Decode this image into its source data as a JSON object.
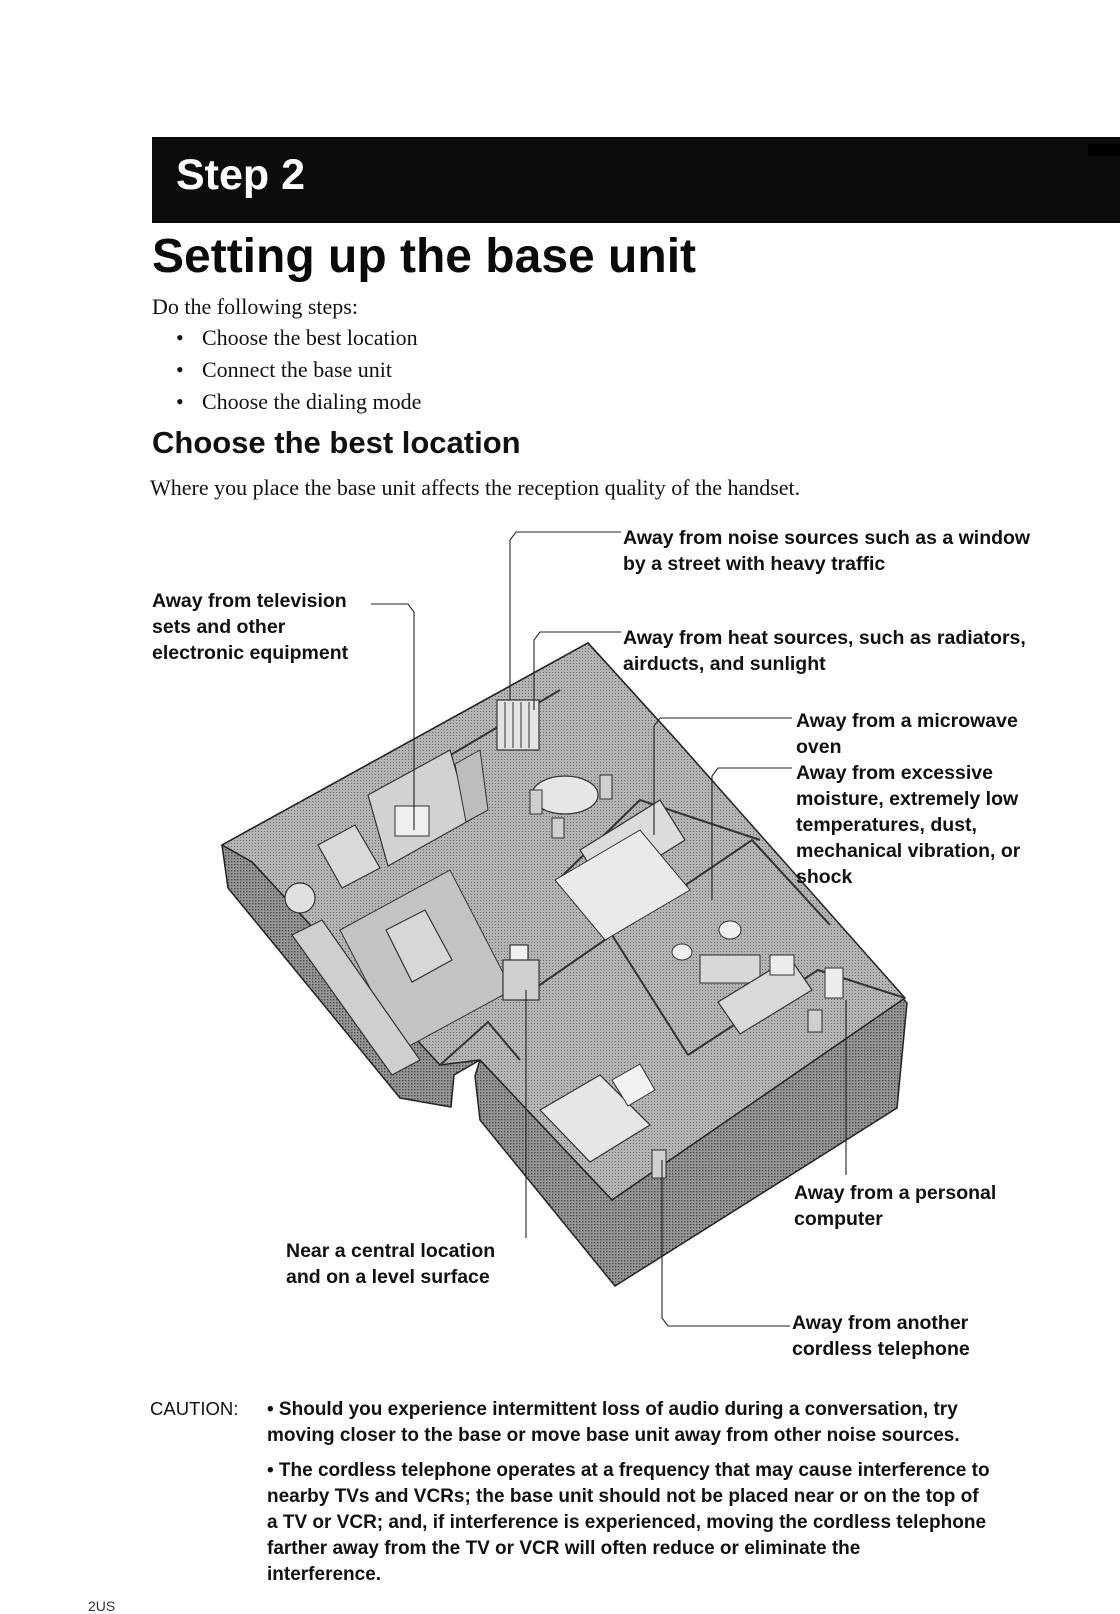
{
  "header": {
    "step_label": "Step 2"
  },
  "title": "Setting up the base unit",
  "intro": "Do the following steps:",
  "steps": [
    "Choose the best location",
    "Connect the base unit",
    "Choose the dialing mode"
  ],
  "section": {
    "title": "Choose the best location",
    "text": "Where you place the base unit affects the reception quality of the handset."
  },
  "callouts": {
    "noise": "Away from noise sources such as a window\nby a street with heavy traffic",
    "television": "Away from television\nsets and other\nelectronic equipment",
    "heat": "Away from heat sources, such as radiators,\nairducts, and sunlight",
    "microwave": "Away from a microwave\noven",
    "moisture": "Away from excessive\nmoisture, extremely low\ntemperatures, dust,\nmechanical vibration, or\nshock",
    "computer": "Away from a personal\ncomputer",
    "central": "Near a central location\nand on a level surface",
    "cordless": "Away from another\ncordless telephone"
  },
  "caution": {
    "label": "CAUTION:",
    "items": [
      "• Should you experience intermittent loss of audio during a conversation, try\n  moving closer to the base or move base unit away from other noise sources.",
      "• The cordless telephone operates at a frequency that may cause interference to\n  nearby TVs and VCRs; the base unit should not be placed near or on the top of\n  a TV or VCR; and, if interference is experienced, moving the cordless telephone\n  farther away from the TV or VCR will often reduce or eliminate the\n  interference."
    ]
  },
  "footer": {
    "page_mark": "2US"
  },
  "colors": {
    "header_bar": "#0c0c0c",
    "floor_fill": "#a9a9a9",
    "wall_fill": "#8d8d8d"
  }
}
